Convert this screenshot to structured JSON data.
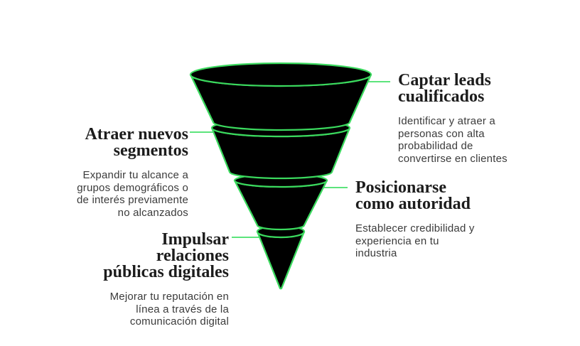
{
  "diagram": {
    "type": "funnel",
    "background": "#ffffff",
    "colors": {
      "funnel_fill": "#000000",
      "funnel_stroke": "#3bd95e",
      "connector_stroke": "#5ce47c",
      "heading_text": "#1c1c1c",
      "body_text": "#3b3b3b"
    },
    "levels": [
      {
        "index": 1,
        "side": "right",
        "heading": "Captar leads\ncualificados",
        "description": "Identificar y atraer a\npersonas con alta\nprobabilidad de\nconvertirse en clientes"
      },
      {
        "index": 2,
        "side": "left",
        "heading": "Atraer nuevos\nsegmentos",
        "description": "Expandir tu alcance a\ngrupos demográficos o\nde interés previamente\nno alcanzados"
      },
      {
        "index": 3,
        "side": "right",
        "heading": "Posicionarse\ncomo autoridad",
        "description": "Establecer credibilidad y\nexperiencia en tu\nindustria"
      },
      {
        "index": 4,
        "side": "left",
        "heading": "Impulsar\nrelaciones\npúblicas digitales",
        "description": "Mejorar tu reputación en\nlínea a través de la\ncomunicación digital"
      }
    ]
  }
}
